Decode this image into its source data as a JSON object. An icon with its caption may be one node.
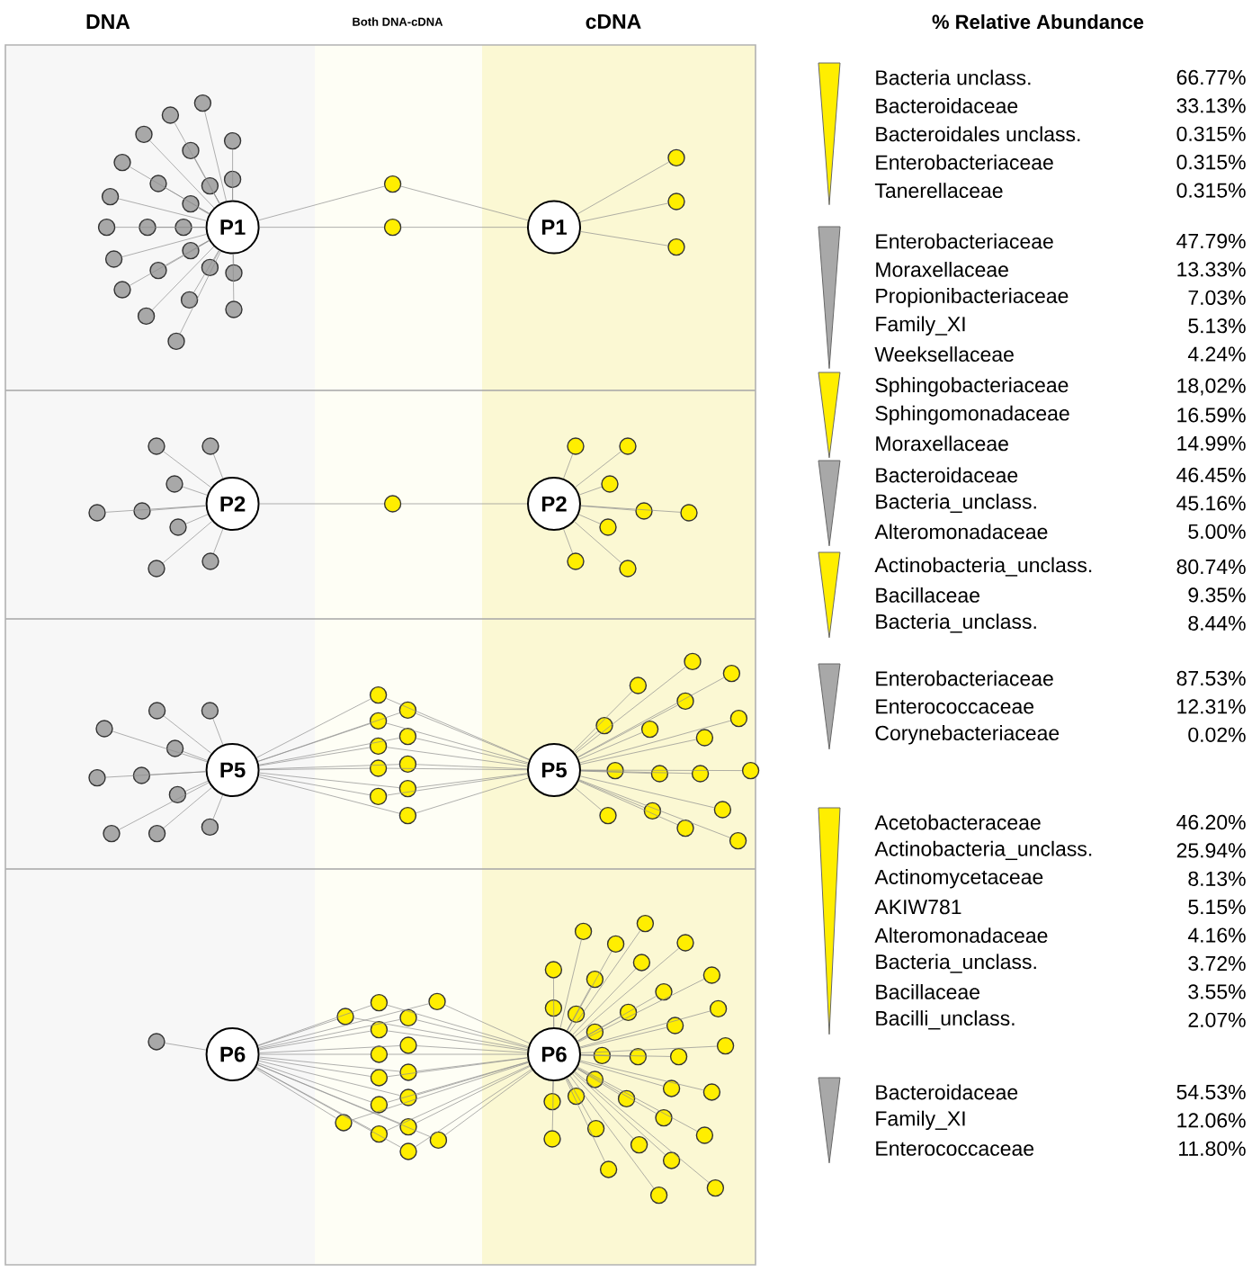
{
  "diagram": {
    "nodes": [
      {
        "text": [
          "P1"
        ]
      },
      {
        "text": [],
        "shape": "circle"
      },
      {
        "text": [],
        "shape": "circle"
      },
      {
        "text": [],
        "shape": "circle"
      },
      {
        "text": [],
        "shape": "circle"
      },
      {
        "text": [],
        "shape": "circle"
      },
      {
        "text": [],
        "shape": "circle"
      },
      {
        "text": [],
        "shape": "circle"
      },
      {
        "text": [],
        "shape": "circle"
      },
      {
        "text": [],
        "shape": "circle"
      },
      {
        "text": [],
        "shape": "circle"
      },
      {
        "text": [],
        "shape": "circle"
      },
      {
        "text": [],
        "shape": "circle"
      },
      {
        "text": [],
        "shape": "circle"
      },
      {
        "text": [],
        "shape": "circle"
      },
      {
        "text": [],
        "shape": "circle"
      },
      {
        "text": [],
        "shape": "circle"
      },
      {
        "text": [],
        "shape": "circle"
      },
      {
        "text": [],
        "shape": "circle"
      },
      {
        "text": [],
        "shape": "circle"
      },
      {
        "text": [],
        "shape": "circle"
      },
      {
        "text": [],
        "shape": "circle"
      },
      {
        "text": [],
        "shape": "circle"
      },
      {
        "text": [],
        "shape": "circle"
      },
      {
        "text": [],
        "shape": "circle"
      },
      {
        "text": [],
        "shape": "circle"
      },
      {
        "text": [],
        "shape": "circle"
      },
      {
        "text": [
          "P1"
        ]
      },
      {
        "text": [],
        "shape": "circle"
      },
      {
        "text": [],
        "shape": "circle"
      },
      {
        "text": [],
        "shape": "circle"
      },
      {
        "text": [
          "P2"
        ]
      },
      {
        "text": [],
        "shape": "circle"
      },
      {
        "text": [],
        "shape": "circle"
      },
      {
        "text": [],
        "shape": "circle"
      },
      {
        "text": [],
        "shape": "circle"
      },
      {
        "text": [],
        "shape": "circle"
      },
      {
        "text": [],
        "shape": "circle"
      },
      {
        "text": [],
        "shape": "circle"
      },
      {
        "text": [],
        "shape": "circle"
      },
      {
        "text": [],
        "shape": "circle"
      },
      {
        "text": [
          "P2"
        ]
      },
      {
        "text": [],
        "shape": "circle"
      },
      {
        "text": [],
        "shape": "circle"
      },
      {
        "text": [],
        "shape": "circle"
      },
      {
        "text": [],
        "shape": "circle"
      },
      {
        "text": [],
        "shape": "circle"
      },
      {
        "text": [],
        "shape": "circle"
      },
      {
        "text": [],
        "shape": "circle"
      },
      {
        "text": [],
        "shape": "circle"
      },
      {
        "text": [
          "P5"
        ]
      },
      {
        "text": [],
        "shape": "circle"
      },
      {
        "text": [],
        "shape": "circle"
      },
      {
        "text": [],
        "shape": "circle"
      },
      {
        "text": [],
        "shape": "circle"
      },
      {
        "text": [],
        "shape": "circle"
      },
      {
        "text": [],
        "shape": "circle"
      },
      {
        "text": [],
        "shape": "circle"
      },
      {
        "text": [],
        "shape": "circle"
      },
      {
        "text": [],
        "shape": "circle"
      },
      {
        "text": [],
        "shape": "circle"
      },
      {
        "text": [],
        "shape": "circle"
      },
      {
        "text": [],
        "shape": "circle"
      },
      {
        "text": [],
        "shape": "circle"
      },
      {
        "text": [],
        "shape": "circle"
      },
      {
        "text": [],
        "shape": "circle"
      },
      {
        "text": [],
        "shape": "circle"
      },
      {
        "text": [],
        "shape": "circle"
      },
      {
        "text": [],
        "shape": "circle"
      },
      {
        "text": [],
        "shape": "circle"
      },
      {
        "text": [],
        "shape": "circle"
      },
      {
        "text": [
          "P5"
        ]
      },
      {
        "text": [],
        "shape": "circle"
      },
      {
        "text": [],
        "shape": "circle"
      },
      {
        "text": [],
        "shape": "circle"
      },
      {
        "text": [],
        "shape": "circle"
      },
      {
        "text": [],
        "shape": "circle"
      },
      {
        "text": [],
        "shape": "circle"
      },
      {
        "text": [],
        "shape": "circle"
      },
      {
        "text": [],
        "shape": "circle"
      },
      {
        "text": [],
        "shape": "circle"
      },
      {
        "text": [],
        "shape": "circle"
      },
      {
        "text": [],
        "shape": "circle"
      },
      {
        "text": [],
        "shape": "circle"
      },
      {
        "text": [],
        "shape": "circle"
      },
      {
        "text": [],
        "shape": "circle"
      },
      {
        "text": [],
        "shape": "circle"
      },
      {
        "text": [],
        "shape": "circle"
      },
      {
        "text": [],
        "shape": "circle"
      },
      {
        "text": [
          "P6"
        ]
      },
      {
        "text": [],
        "shape": "circle"
      },
      {
        "text": [],
        "shape": "circle"
      },
      {
        "text": [],
        "shape": "circle"
      },
      {
        "text": [],
        "shape": "circle"
      },
      {
        "text": [],
        "shape": "circle"
      },
      {
        "text": [],
        "shape": "circle"
      },
      {
        "text": [],
        "shape": "circle"
      },
      {
        "text": [],
        "shape": "circle"
      },
      {
        "text": [],
        "shape": "circle"
      },
      {
        "text": [],
        "shape": "circle"
      },
      {
        "text": [],
        "shape": "circle"
      },
      {
        "text": [],
        "shape": "circle"
      },
      {
        "text": [],
        "shape": "circle"
      },
      {
        "text": [],
        "shape": "circle"
      },
      {
        "text": [],
        "shape": "circle"
      },
      {
        "text": [],
        "shape": "circle"
      },
      {
        "text": [],
        "shape": "circle"
      },
      {
        "text": [
          "P6"
        ]
      },
      {
        "text": [],
        "shape": "circle"
      },
      {
        "text": [],
        "shape": "circle"
      },
      {
        "text": [],
        "shape": "circle"
      },
      {
        "text": [],
        "shape": "circle"
      },
      {
        "text": [],
        "shape": "circle"
      },
      {
        "text": [],
        "shape": "circle"
      },
      {
        "text": [],
        "shape": "circle"
      },
      {
        "text": [],
        "shape": "circle"
      },
      {
        "text": [],
        "shape": "circle"
      },
      {
        "text": [],
        "shape": "circle"
      },
      {
        "text": [],
        "shape": "circle"
      },
      {
        "text": [],
        "shape": "circle"
      },
      {
        "text": [],
        "shape": "circle"
      },
      {
        "text": [],
        "shape": "circle"
      },
      {
        "text": [],
        "shape": "circle"
      },
      {
        "text": [],
        "shape": "circle"
      },
      {
        "text": [],
        "shape": "circle"
      },
      {
        "text": [],
        "shape": "circle"
      },
      {
        "text": [],
        "shape": "circle"
      },
      {
        "text": [],
        "shape": "circle"
      },
      {
        "text": [],
        "shape": "circle"
      },
      {
        "text": [],
        "shape": "circle"
      },
      {
        "text": [],
        "shape": "circle"
      },
      {
        "text": [],
        "shape": "circle"
      },
      {
        "text": [],
        "shape": "circle"
      },
      {
        "text": [],
        "shape": "circle"
      },
      {
        "text": [],
        "shape": "circle"
      },
      {
        "text": [],
        "shape": "circle"
      },
      {
        "text": [],
        "shape": "circle"
      },
      {
        "text": [],
        "shape": "circle"
      },
      {
        "text": [],
        "shape": "circle"
      },
      {
        "text": [],
        "shape": "circle"
      },
      {
        "text": [],
        "shape": "circle"
      },
      {
        "text": [],
        "shape": "circle"
      }
    ],
    "edges": [
      {
        "from": 0,
        "to": 1,
        "arrow": "none"
      },
      {
        "from": 0,
        "to": 2,
        "arrow": "none"
      },
      {
        "from": 0,
        "to": 3,
        "arrow": "none"
      },
      {
        "from": 0,
        "to": 4,
        "arrow": "none"
      },
      {
        "from": 0,
        "to": 5,
        "arrow": "none"
      },
      {
        "from": 0,
        "to": 6,
        "arrow": "none"
      },
      {
        "from": 0,
        "to": 7,
        "arrow": "none"
      },
      {
        "from": 0,
        "to": 8,
        "arrow": "none"
      },
      {
        "from": 0,
        "to": 9,
        "arrow": "none"
      },
      {
        "from": 0,
        "to": 10,
        "arrow": "none"
      },
      {
        "from": 0,
        "to": 11,
        "arrow": "none"
      },
      {
        "from": 0,
        "to": 12,
        "arrow": "none"
      },
      {
        "from": 0,
        "to": 13,
        "arrow": "none"
      },
      {
        "from": 0,
        "to": 14,
        "arrow": "none"
      },
      {
        "from": 0,
        "to": 15,
        "arrow": "none"
      },
      {
        "from": 0,
        "to": 16,
        "arrow": "none"
      },
      {
        "from": 0,
        "to": 17,
        "arrow": "none"
      },
      {
        "from": 0,
        "to": 18,
        "arrow": "none"
      },
      {
        "from": 0,
        "to": 19,
        "arrow": "none"
      },
      {
        "from": 0,
        "to": 20,
        "arrow": "none"
      },
      {
        "from": 0,
        "to": 21,
        "arrow": "none"
      },
      {
        "from": 0,
        "to": 22,
        "arrow": "none"
      },
      {
        "from": 0,
        "to": 23,
        "arrow": "none"
      },
      {
        "from": 0,
        "to": 24,
        "arrow": "none"
      },
      {
        "from": 0,
        "to": 25,
        "arrow": "none"
      },
      {
        "from": 0,
        "to": 26,
        "arrow": "none"
      },
      {
        "from": 27,
        "to": 25,
        "arrow": "none"
      },
      {
        "from": 27,
        "to": 26,
        "arrow": "none"
      },
      {
        "from": 27,
        "to": 28,
        "arrow": "none"
      },
      {
        "from": 27,
        "to": 29,
        "arrow": "none"
      },
      {
        "from": 27,
        "to": 30,
        "arrow": "none"
      },
      {
        "from": 31,
        "to": 32,
        "arrow": "none"
      },
      {
        "from": 31,
        "to": 33,
        "arrow": "none"
      },
      {
        "from": 31,
        "to": 34,
        "arrow": "none"
      },
      {
        "from": 31,
        "to": 35,
        "arrow": "none"
      },
      {
        "from": 31,
        "to": 36,
        "arrow": "none"
      },
      {
        "from": 31,
        "to": 37,
        "arrow": "none"
      },
      {
        "from": 31,
        "to": 38,
        "arrow": "none"
      },
      {
        "from": 31,
        "to": 39,
        "arrow": "none"
      },
      {
        "from": 31,
        "to": 40,
        "arrow": "none"
      },
      {
        "from": 41,
        "to": 40,
        "arrow": "none"
      },
      {
        "from": 41,
        "to": 42,
        "arrow": "none"
      },
      {
        "from": 41,
        "to": 43,
        "arrow": "none"
      },
      {
        "from": 41,
        "to": 44,
        "arrow": "none"
      },
      {
        "from": 41,
        "to": 45,
        "arrow": "none"
      },
      {
        "from": 41,
        "to": 46,
        "arrow": "none"
      },
      {
        "from": 41,
        "to": 47,
        "arrow": "none"
      },
      {
        "from": 41,
        "to": 48,
        "arrow": "none"
      },
      {
        "from": 41,
        "to": 49,
        "arrow": "none"
      },
      {
        "from": 50,
        "to": 51,
        "arrow": "none"
      },
      {
        "from": 50,
        "to": 52,
        "arrow": "none"
      },
      {
        "from": 50,
        "to": 53,
        "arrow": "none"
      },
      {
        "from": 50,
        "to": 54,
        "arrow": "none"
      },
      {
        "from": 50,
        "to": 55,
        "arrow": "none"
      },
      {
        "from": 50,
        "to": 56,
        "arrow": "none"
      },
      {
        "from": 50,
        "to": 57,
        "arrow": "none"
      },
      {
        "from": 50,
        "to": 58,
        "arrow": "none"
      },
      {
        "from": 50,
        "to": 59,
        "arrow": "none"
      },
      {
        "from": 50,
        "to": 60,
        "arrow": "none"
      },
      {
        "from": 50,
        "to": 61,
        "arrow": "none"
      },
      {
        "from": 50,
        "to": 62,
        "arrow": "none"
      },
      {
        "from": 50,
        "to": 63,
        "arrow": "none"
      },
      {
        "from": 50,
        "to": 64,
        "arrow": "none"
      },
      {
        "from": 50,
        "to": 65,
        "arrow": "none"
      },
      {
        "from": 50,
        "to": 66,
        "arrow": "none"
      },
      {
        "from": 50,
        "to": 67,
        "arrow": "none"
      },
      {
        "from": 50,
        "to": 68,
        "arrow": "none"
      },
      {
        "from": 50,
        "to": 69,
        "arrow": "none"
      },
      {
        "from": 50,
        "to": 70,
        "arrow": "none"
      },
      {
        "from": 71,
        "to": 61,
        "arrow": "none"
      },
      {
        "from": 71,
        "to": 62,
        "arrow": "none"
      },
      {
        "from": 71,
        "to": 63,
        "arrow": "none"
      },
      {
        "from": 71,
        "to": 64,
        "arrow": "none"
      },
      {
        "from": 71,
        "to": 65,
        "arrow": "none"
      },
      {
        "from": 71,
        "to": 66,
        "arrow": "none"
      },
      {
        "from": 71,
        "to": 67,
        "arrow": "none"
      },
      {
        "from": 71,
        "to": 68,
        "arrow": "none"
      },
      {
        "from": 71,
        "to": 69,
        "arrow": "none"
      },
      {
        "from": 71,
        "to": 70,
        "arrow": "none"
      },
      {
        "from": 71,
        "to": 72,
        "arrow": "none"
      },
      {
        "from": 71,
        "to": 73,
        "arrow": "none"
      },
      {
        "from": 71,
        "to": 74,
        "arrow": "none"
      },
      {
        "from": 71,
        "to": 75,
        "arrow": "none"
      },
      {
        "from": 71,
        "to": 76,
        "arrow": "none"
      },
      {
        "from": 71,
        "to": 77,
        "arrow": "none"
      },
      {
        "from": 71,
        "to": 78,
        "arrow": "none"
      },
      {
        "from": 71,
        "to": 79,
        "arrow": "none"
      },
      {
        "from": 71,
        "to": 80,
        "arrow": "none"
      },
      {
        "from": 71,
        "to": 81,
        "arrow": "none"
      },
      {
        "from": 71,
        "to": 82,
        "arrow": "none"
      },
      {
        "from": 71,
        "to": 83,
        "arrow": "none"
      },
      {
        "from": 71,
        "to": 84,
        "arrow": "none"
      },
      {
        "from": 71,
        "to": 85,
        "arrow": "none"
      },
      {
        "from": 71,
        "to": 86,
        "arrow": "none"
      },
      {
        "from": 71,
        "to": 87,
        "arrow": "none"
      },
      {
        "from": 71,
        "to": 88,
        "arrow": "none"
      },
      {
        "from": 89,
        "to": 90,
        "arrow": "none"
      },
      {
        "from": 89,
        "to": 91,
        "arrow": "none"
      },
      {
        "from": 89,
        "to": 92,
        "arrow": "none"
      },
      {
        "from": 89,
        "to": 93,
        "arrow": "none"
      },
      {
        "from": 89,
        "to": 94,
        "arrow": "none"
      },
      {
        "from": 89,
        "to": 95,
        "arrow": "none"
      },
      {
        "from": 89,
        "to": 96,
        "arrow": "none"
      },
      {
        "from": 89,
        "to": 97,
        "arrow": "none"
      },
      {
        "from": 89,
        "to": 98,
        "arrow": "none"
      },
      {
        "from": 89,
        "to": 99,
        "arrow": "none"
      },
      {
        "from": 89,
        "to": 100,
        "arrow": "none"
      },
      {
        "from": 89,
        "to": 101,
        "arrow": "none"
      },
      {
        "from": 89,
        "to": 102,
        "arrow": "none"
      },
      {
        "from": 89,
        "to": 103,
        "arrow": "none"
      },
      {
        "from": 89,
        "to": 104,
        "arrow": "none"
      },
      {
        "from": 89,
        "to": 105,
        "arrow": "none"
      },
      {
        "from": 89,
        "to": 106,
        "arrow": "none"
      },
      {
        "from": 107,
        "to": 91,
        "arrow": "none"
      },
      {
        "from": 107,
        "to": 92,
        "arrow": "none"
      },
      {
        "from": 107,
        "to": 93,
        "arrow": "none"
      },
      {
        "from": 107,
        "to": 94,
        "arrow": "none"
      },
      {
        "from": 107,
        "to": 95,
        "arrow": "none"
      },
      {
        "from": 107,
        "to": 96,
        "arrow": "none"
      },
      {
        "from": 107,
        "to": 97,
        "arrow": "none"
      },
      {
        "from": 107,
        "to": 98,
        "arrow": "none"
      },
      {
        "from": 107,
        "to": 99,
        "arrow": "none"
      },
      {
        "from": 107,
        "to": 100,
        "arrow": "none"
      },
      {
        "from": 107,
        "to": 101,
        "arrow": "none"
      },
      {
        "from": 107,
        "to": 102,
        "arrow": "none"
      },
      {
        "from": 107,
        "to": 103,
        "arrow": "none"
      },
      {
        "from": 107,
        "to": 104,
        "arrow": "none"
      },
      {
        "from": 107,
        "to": 105,
        "arrow": "none"
      },
      {
        "from": 107,
        "to": 106,
        "arrow": "none"
      },
      {
        "from": 107,
        "to": 108,
        "arrow": "none"
      },
      {
        "from": 107,
        "to": 109,
        "arrow": "none"
      },
      {
        "from": 107,
        "to": 110,
        "arrow": "none"
      },
      {
        "from": 107,
        "to": 111,
        "arrow": "none"
      },
      {
        "from": 107,
        "to": 112,
        "arrow": "none"
      },
      {
        "from": 107,
        "to": 113,
        "arrow": "none"
      },
      {
        "from": 107,
        "to": 114,
        "arrow": "none"
      },
      {
        "from": 107,
        "to": 115,
        "arrow": "none"
      },
      {
        "from": 107,
        "to": 116,
        "arrow": "none"
      },
      {
        "from": 107,
        "to": 117,
        "arrow": "none"
      },
      {
        "from": 107,
        "to": 118,
        "arrow": "none"
      },
      {
        "from": 107,
        "to": 119,
        "arrow": "none"
      },
      {
        "from": 107,
        "to": 120,
        "arrow": "none"
      },
      {
        "from": 107,
        "to": 121,
        "arrow": "none"
      },
      {
        "from": 107,
        "to": 122,
        "arrow": "none"
      },
      {
        "from": 107,
        "to": 123,
        "arrow": "none"
      },
      {
        "from": 107,
        "to": 124,
        "arrow": "none"
      },
      {
        "from": 107,
        "to": 125,
        "arrow": "none"
      },
      {
        "from": 107,
        "to": 126,
        "arrow": "none"
      },
      {
        "from": 107,
        "to": 127,
        "arrow": "none"
      },
      {
        "from": 107,
        "to": 128,
        "arrow": "none"
      },
      {
        "from": 107,
        "to": 129,
        "arrow": "none"
      },
      {
        "from": 107,
        "to": 130,
        "arrow": "none"
      },
      {
        "from": 107,
        "to": 131,
        "arrow": "none"
      },
      {
        "from": 107,
        "to": 132,
        "arrow": "none"
      },
      {
        "from": 107,
        "to": 133,
        "arrow": "none"
      },
      {
        "from": 107,
        "to": 134,
        "arrow": "none"
      },
      {
        "from": 107,
        "to": 135,
        "arrow": "none"
      },
      {
        "from": 107,
        "to": 136,
        "arrow": "none"
      },
      {
        "from": 107,
        "to": 137,
        "arrow": "none"
      },
      {
        "from": 107,
        "to": 138,
        "arrow": "none"
      },
      {
        "from": 107,
        "to": 139,
        "arrow": "none"
      },
      {
        "from": 107,
        "to": 140,
        "arrow": "none"
      },
      {
        "from": 107,
        "to": 141,
        "arrow": "none"
      }
    ],
    "labels": [
      "DNA",
      "Both DNA-cDNA",
      "cDNA",
      "% Relative Abundance",
      "Bacteria unclass.",
      "66.77%",
      "Bacteroidaceae",
      "33.13%",
      "Bacteroidales unclass.",
      "0.315%",
      "Enterobacteriaceae",
      "0.315%",
      "Tanerellaceae",
      "0.315%",
      "Enterobacteriaceae",
      "47.79%",
      "Moraxellaceae",
      "13.33%",
      "Propionibacteriaceae",
      "7.03%",
      "Family_XI",
      "5.13%",
      "Weeksellaceae",
      "4.24%",
      "Sphingobacteriaceae",
      "18,02%",
      "Sphingomonadaceae",
      "16.59%",
      "Moraxellaceae",
      "14.99%",
      "Bacteroidaceae",
      "46.45%",
      "Bacteria_unclass.",
      "45.16%",
      "Alteromonadaceae",
      "5.00%",
      "Actinobacteria_unclass.",
      "80.74%",
      "Bacillaceae",
      "9.35%",
      "Bacteria_unclass.",
      "8.44%",
      "Enterobacteriaceae",
      "87.53%",
      "Enterococcaceae",
      "12.31%",
      "Corynebacteriaceae",
      "0.02%",
      "Acetobacteraceae",
      "46.20%",
      "Actinobacteria_unclass.",
      "25.94%",
      "Actinomycetaceae",
      "8.13%",
      "AKIW781",
      "5.15%",
      "Alteromonadaceae",
      "4.16%",
      "Bacteria_unclass.",
      "3.72%",
      "Bacillaceae",
      "3.55%",
      "Bacilli_unclass.",
      "2.07%",
      "Bacteroidaceae",
      "54.53%",
      "Family_XI",
      "12.06%",
      "Enterococcaceae",
      "11.80%"
    ]
  }
}
